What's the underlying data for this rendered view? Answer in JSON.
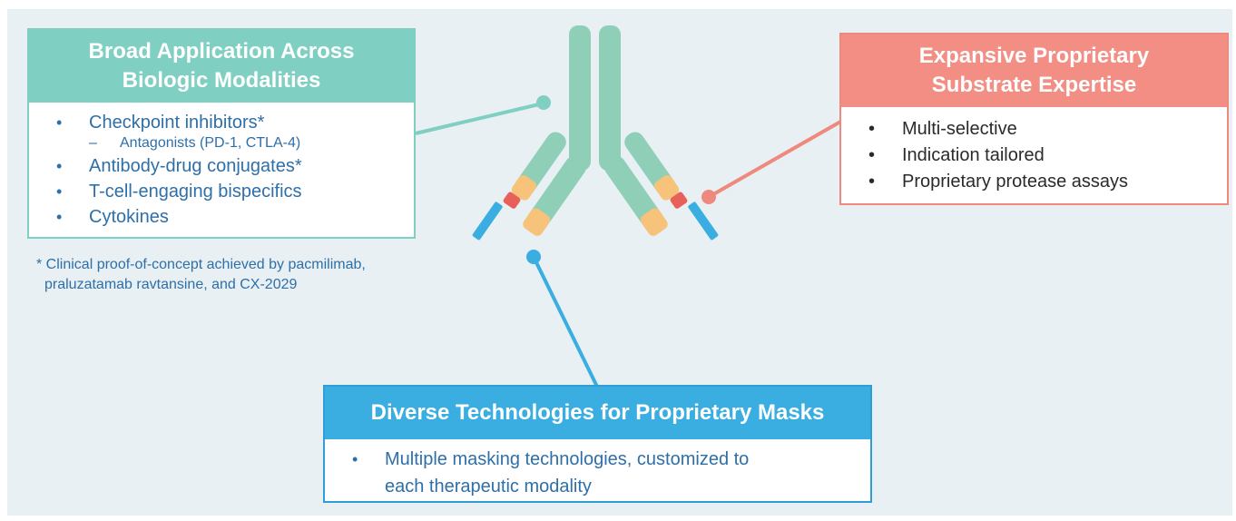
{
  "colors": {
    "background": "#e8f0f4",
    "teal": "#7fcfc3",
    "coral": "#f28e84",
    "blue": "#3aaee0",
    "text_blue": "#2e6fa8",
    "antibody_green": "#8fcfb8",
    "linker_orange": "#f7c27a",
    "protease_red": "#e8605a"
  },
  "left_panel": {
    "title_line1": "Broad Application Across",
    "title_line2": "Biologic Modalities",
    "items": [
      {
        "bullet": "•",
        "text": "Checkpoint inhibitors*"
      },
      {
        "bullet": "–",
        "text": "Antagonists (PD-1, CTLA-4)"
      },
      {
        "bullet": "•",
        "text": "Antibody-drug conjugates*"
      },
      {
        "bullet": "•",
        "text": "T-cell-engaging bispecifics"
      },
      {
        "bullet": "•",
        "text": "Cytokines"
      }
    ]
  },
  "footnote": {
    "line1": "* Clinical proof-of-concept achieved by pacmilimab,",
    "line2": "praluzatamab ravtansine, and CX-2029"
  },
  "right_panel": {
    "title_line1": "Expansive Proprietary",
    "title_line2": "Substrate Expertise",
    "items": [
      {
        "bullet": "•",
        "text": "Multi-selective"
      },
      {
        "bullet": "•",
        "text": "Indication tailored"
      },
      {
        "bullet": "•",
        "text": "Proprietary protease assays"
      }
    ]
  },
  "bottom_panel": {
    "title": "Diverse Technologies for Proprietary Masks",
    "items": [
      {
        "bullet": "•",
        "text_line1": "Multiple masking technologies, customized to",
        "text_line2": "each therapeutic modality"
      }
    ]
  }
}
